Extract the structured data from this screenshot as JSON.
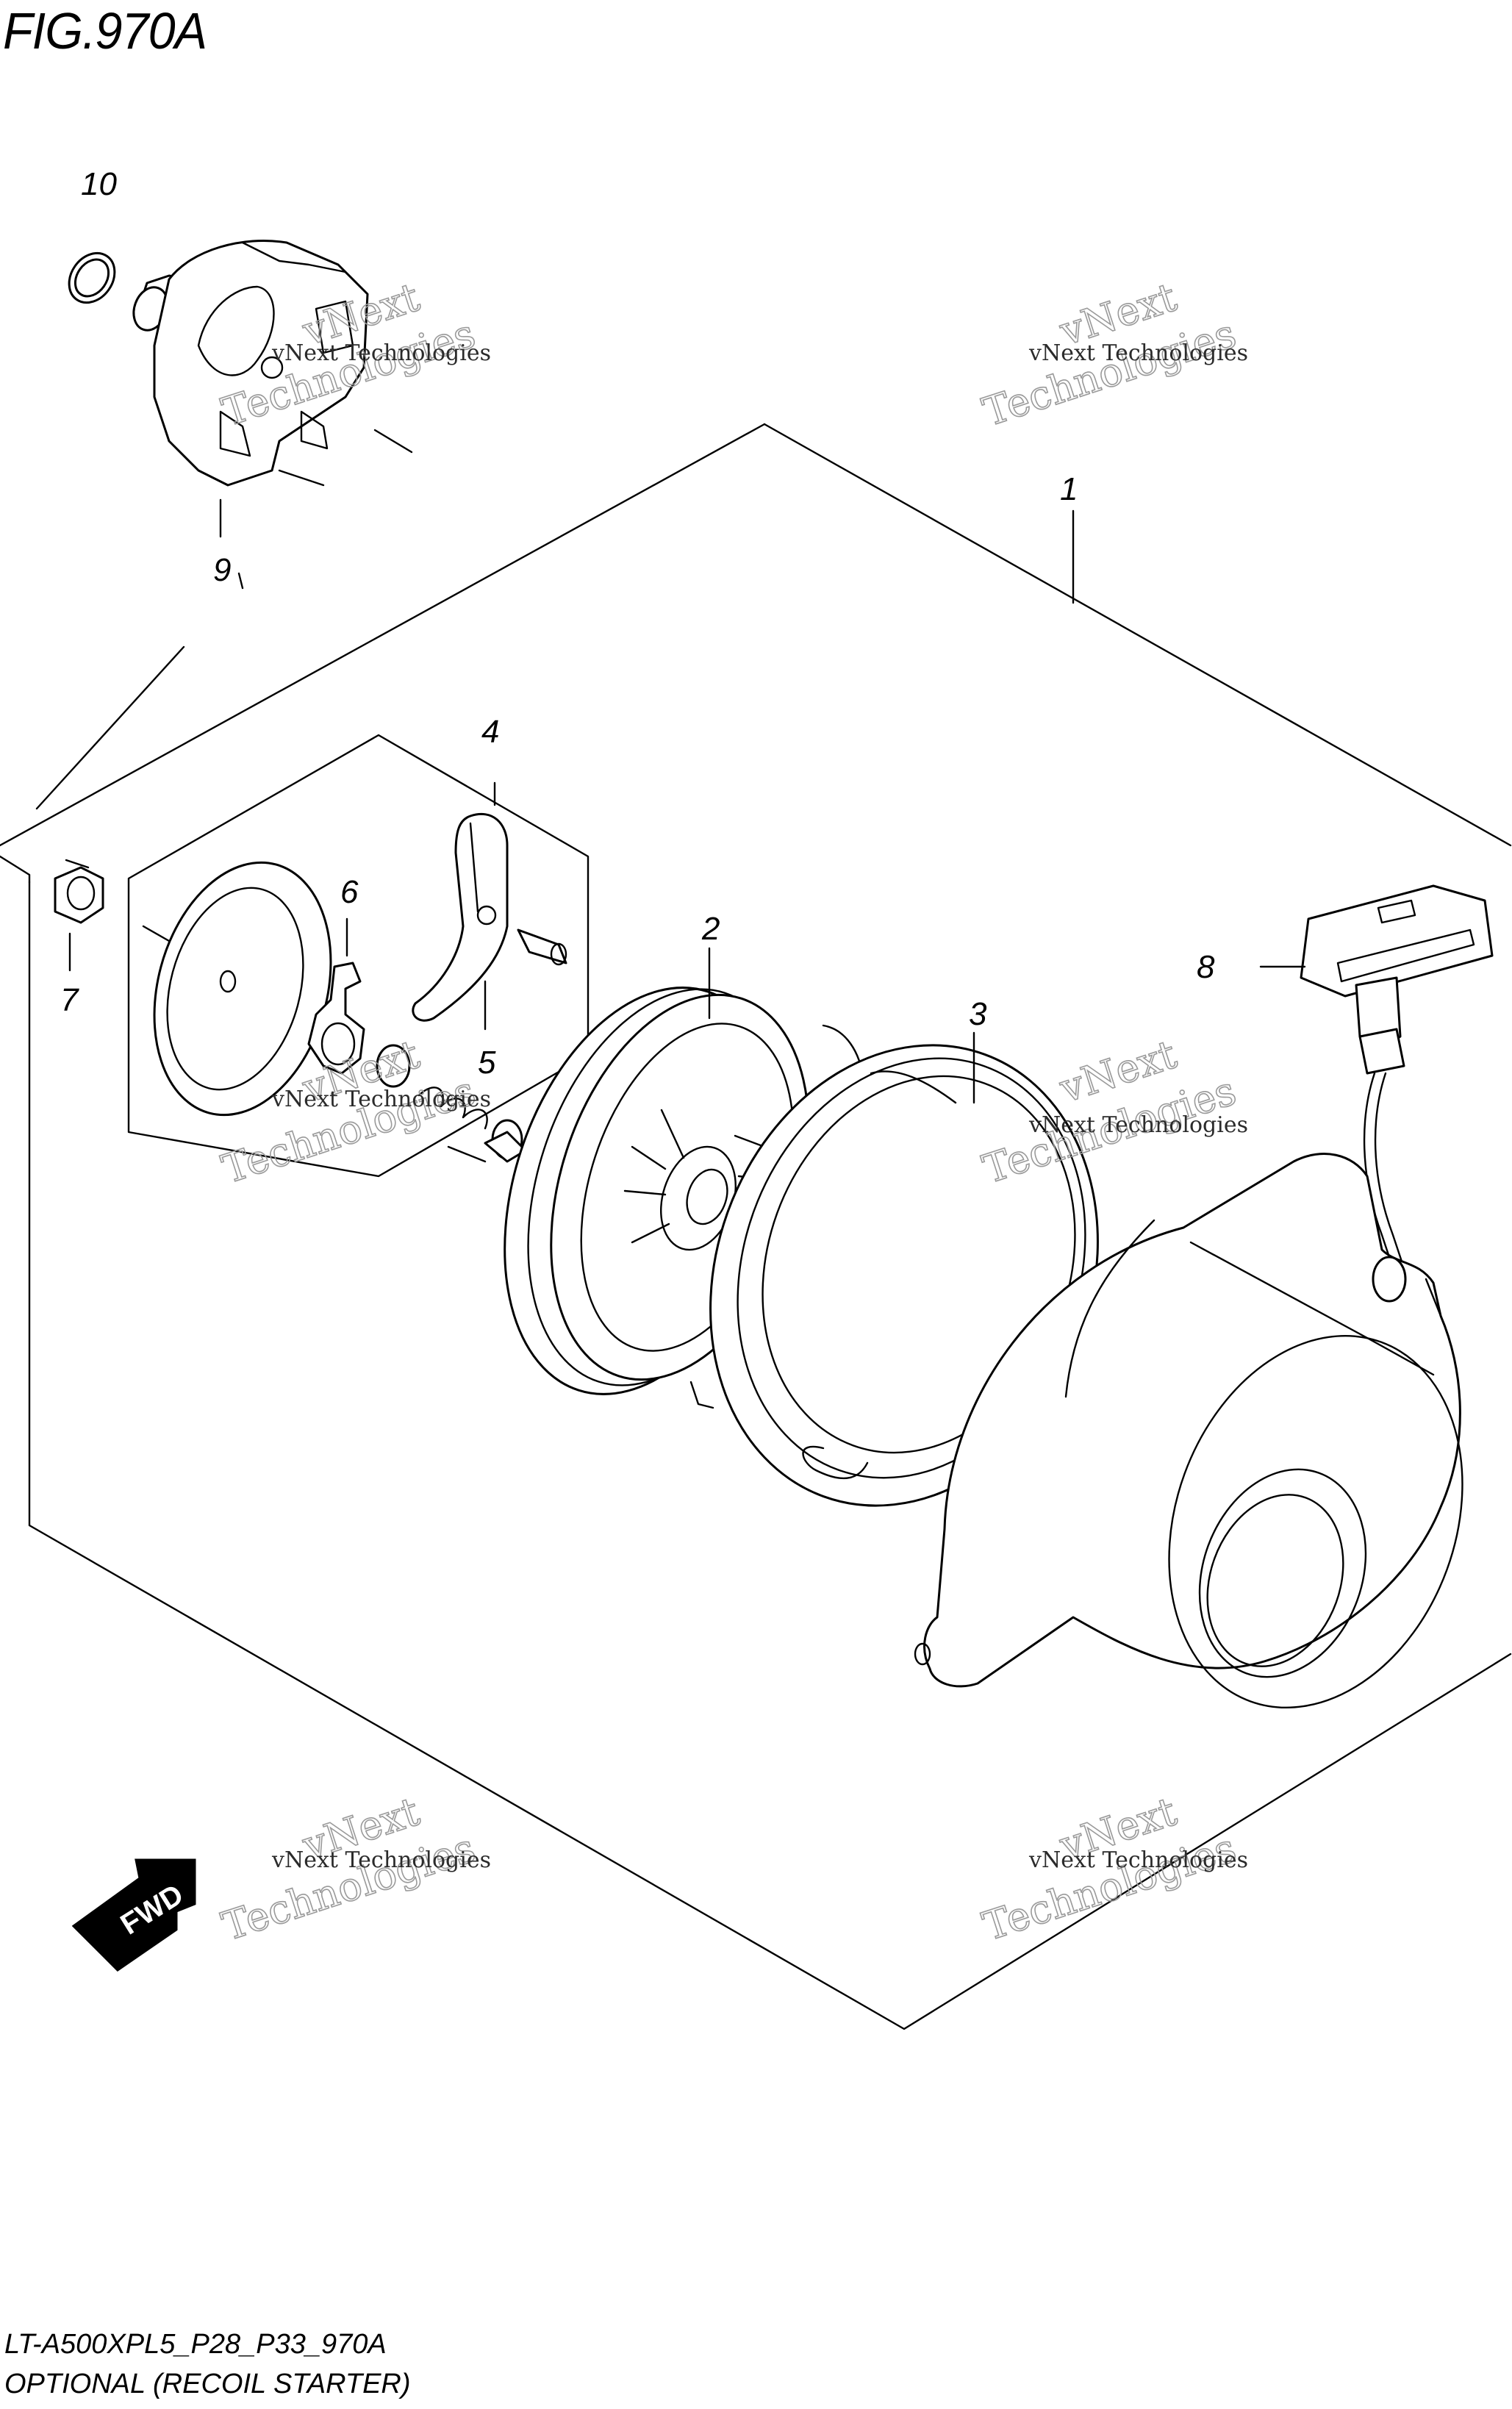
{
  "figure": {
    "title": "FIG.970A",
    "model_code": "LT-A500XPL5_P28_P33_970A",
    "caption": "OPTIONAL (RECOIL STARTER)"
  },
  "callouts": [
    "1",
    "2",
    "3",
    "4",
    "5",
    "6",
    "7",
    "8",
    "9",
    "10"
  ],
  "direction_label": "FWD",
  "watermark": {
    "line1": "vNext Technologies",
    "line2": "vNext",
    "line3": "Technologies"
  }
}
